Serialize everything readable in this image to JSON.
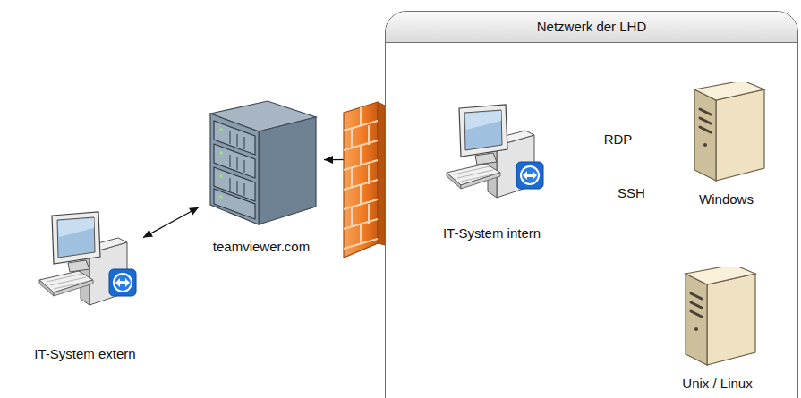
{
  "diagram": {
    "nodes": [
      {
        "text": [
          "Netzwerk der LHD"
        ]
      },
      {
        "text": [
          "teamviewer.com"
        ]
      },
      {
        "text": [
          "IT-System extern"
        ]
      },
      {
        "text": [
          "IT-System intern"
        ],
        "in": 0
      },
      {
        "text": [
          "Windows"
        ],
        "in": 0
      },
      {
        "text": [
          "Unix / Linux"
        ],
        "in": 0
      }
    ],
    "edges": [
      {
        "from": 2,
        "to": 1,
        "arrow": "both"
      },
      {
        "from": 1,
        "to": 3,
        "arrow": "both"
      },
      {
        "from": 3,
        "to": 4,
        "label": "RDP",
        "arrow": "both"
      },
      {
        "from": 3,
        "to": 5,
        "label": "SSH",
        "arrow": "both"
      }
    ]
  }
}
